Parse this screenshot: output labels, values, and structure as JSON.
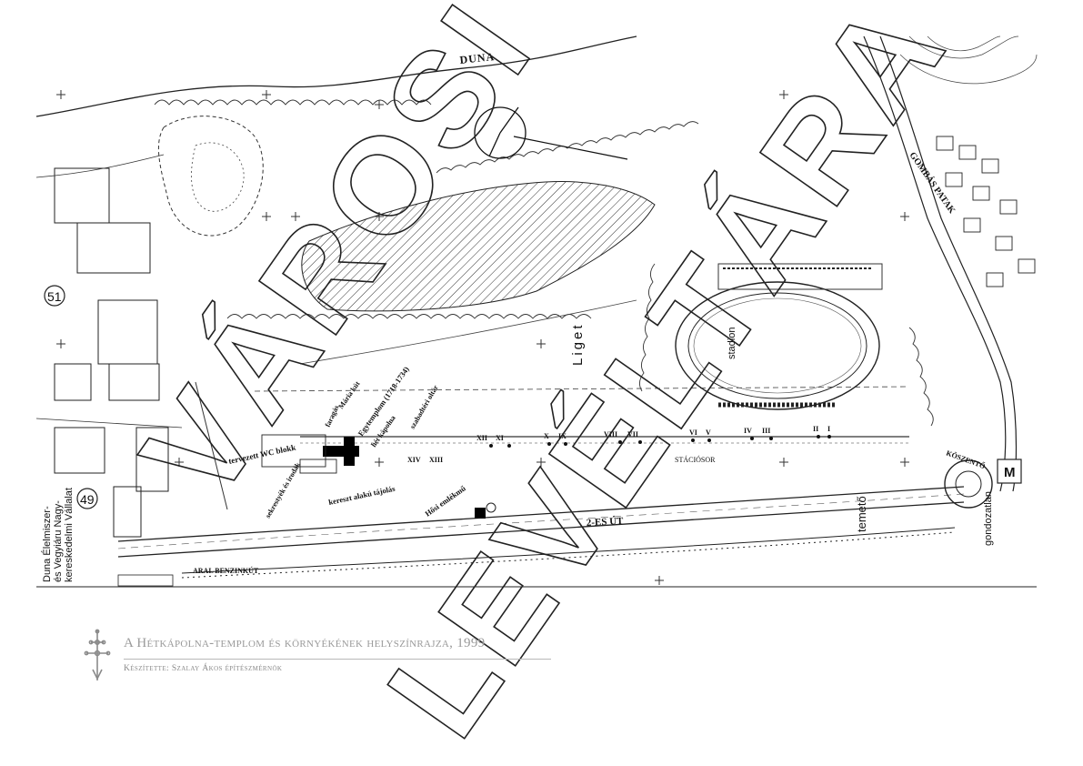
{
  "map": {
    "labels": {
      "duna": "DUNA",
      "gombas_patak": "GOMBÁS PATAK",
      "liget": "Liget",
      "stadion": "stadion",
      "road_2es": "2-ES ÚT",
      "benzinkut": "ARAL BENZINKÚT",
      "stacio_sor": "STÁCIÓSOR",
      "koszento": "KÖSZENTŐ",
      "m": "M",
      "temeto": "temető",
      "gondozatlan": "gondozatlan",
      "plot_51": "51",
      "plot_49": "49",
      "duna_elelmiszer": "Duna Élelmiszer-",
      "es_vegyiaru": "és Vegyiáru Nagy-",
      "kereskedelmi": "kereskedelmi Vállalat",
      "tervezett_wc": "tervezett WC blokk",
      "faragas": "faragás",
      "maria_kut": "Mária kút",
      "egytemplom": "Egytemplom (1718-1734)",
      "hét_kapolna": "hét kápolna",
      "szabadteri_oltar": "szabadtéri oltár",
      "kereszt_alaku": "kereszt alakú tájolás",
      "szekesztolasi": "sekrestyék és irodák",
      "hosi_emlekmu": "Hősi emlékmű",
      "station_xii": "XII",
      "station_xi": "XI",
      "station_x": "X",
      "station_ix": "IX",
      "station_viii": "VIII",
      "station_vii": "VII",
      "station_vi": "VI",
      "station_v": "V",
      "station_iv": "IV",
      "station_iii": "III",
      "station_ii": "II",
      "station_i": "I",
      "station_xiv": "XIV",
      "station_xiii": "XIII"
    },
    "watermark": {
      "line1": "VÁROSI",
      "line2": "LEVÉLTÁRA"
    }
  },
  "caption": {
    "title": "A Hétkápolna-templom és környékének helyszínrajza, 1999",
    "author": "Készítette: Szalay Ákos építészmérnök"
  }
}
